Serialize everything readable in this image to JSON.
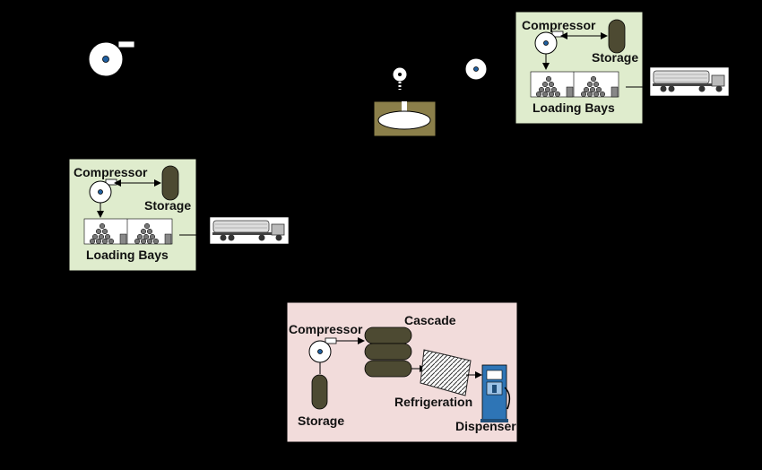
{
  "stations": [
    {
      "compressor_label": "Compressor",
      "storage_label": "Storage",
      "loading_label": "Loading Bays",
      "panel_color": "#dfeccd"
    },
    {
      "compressor_label": "Compressor",
      "storage_label": "Storage",
      "loading_label": "Loading Bays",
      "panel_color": "#dfeccd"
    }
  ],
  "refuelling": {
    "compressor_label": "Compressor",
    "cascade_label": "Cascade",
    "storage_label": "Storage",
    "refrigeration_label": "Refrigeration",
    "dispenser_label": "Dispenser",
    "panel_color": "#f2dcdb"
  },
  "colors": {
    "background": "#000000",
    "storage_fill": "#4d4a32",
    "reservoir_ground": "#8b7f4a",
    "dispenser_blue": "#2e75b6",
    "pipe": "#000000"
  },
  "icons": [
    "compressor-icon",
    "storage-tank-icon",
    "tube-trailer-icon",
    "cylinder-rack-icon",
    "cascade-icon",
    "refrigeration-icon",
    "dispenser-icon",
    "reservoir-icon",
    "wellhead-icon"
  ]
}
